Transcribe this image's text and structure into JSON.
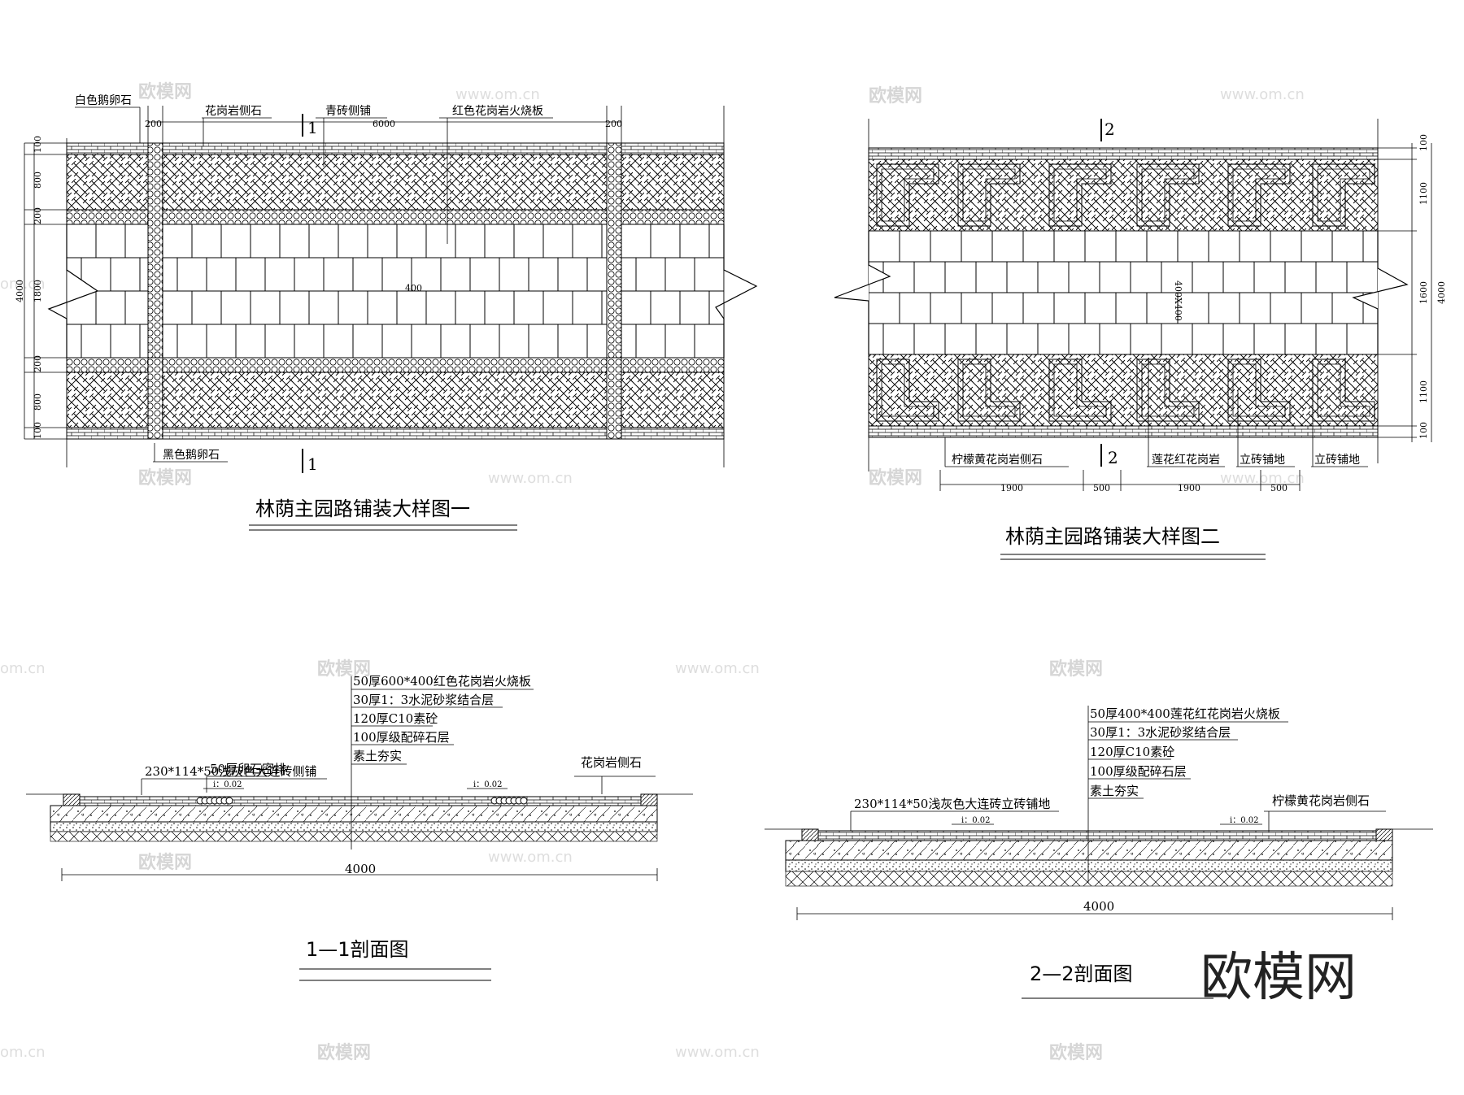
{
  "detail1": {
    "title": "林荫主园路铺装大样图一",
    "labels": {
      "white_pebble": "白色鹅卵石",
      "granite_curb": "花岗岩侧石",
      "blue_brick": "青砖侧铺",
      "red_granite": "红色花岗岩火烧板",
      "black_pebble": "黑色鹅卵石"
    },
    "section_mark": "1",
    "dims_top": [
      "200",
      "6000",
      "200"
    ],
    "dims_left": [
      "100",
      "800",
      "200",
      "1800",
      "200",
      "800",
      "100"
    ],
    "dim_total": "4000",
    "dim_inner": "400"
  },
  "detail2": {
    "title": "林荫主园路铺装大样图二",
    "labels": {
      "lemon_curb": "柠檬黄花岗岩侧石",
      "lotus_granite": "莲花红花岗岩",
      "brick_1": "立砖铺地",
      "brick_2": "立砖铺地"
    },
    "section_mark": "2",
    "dims_bottom": [
      "1900",
      "500",
      "1900",
      "500"
    ],
    "dims_right": [
      "100",
      "1100",
      "1600",
      "1100",
      "100"
    ],
    "dim_total": "4000",
    "dim_inner": "400X400"
  },
  "section1": {
    "title": "1—1剖面图",
    "layers": [
      "50厚600*400红色花岗岩火烧板",
      "30厚1：3水泥砂浆结合层",
      "120厚C10素砼",
      "100厚级配碎石层",
      "素土夯实"
    ],
    "label_brick": "230*114*50浅灰色大连砖侧铺",
    "label_pebble": "50厚卵石密排",
    "label_curb": "花岗岩侧石",
    "slope_1": "i：0.02",
    "slope_2": "i：0.02",
    "dim_total": "4000"
  },
  "section2": {
    "title": "2—2剖面图",
    "layers": [
      "50厚400*400莲花红花岗岩火烧板",
      "30厚1：3水泥砂浆结合层",
      "120厚C10素砼",
      "100厚级配碎石层",
      "素土夯实"
    ],
    "label_brick": "230*114*50浅灰色大连砖立砖铺地",
    "label_curb": "柠檬黄花岗岩侧石",
    "slope_1": "i：0.02",
    "slope_2": "i：0.02",
    "dim_total": "4000"
  },
  "watermark": {
    "brand": "欧模网",
    "url": "www.om.cn",
    "url_short": "om.cn"
  }
}
